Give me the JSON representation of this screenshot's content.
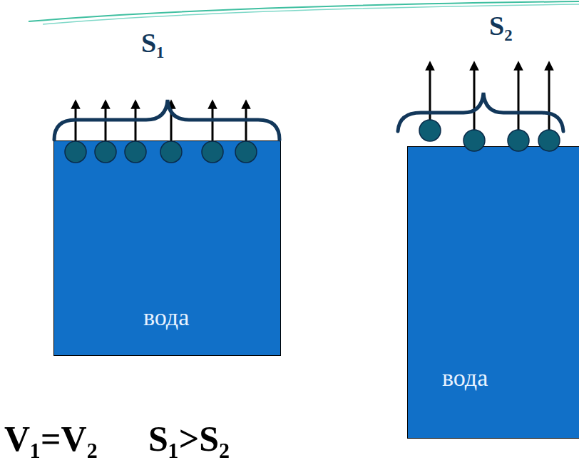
{
  "diagram": {
    "nodes": [
      {
        "text": [
          "вода"
        ]
      },
      {
        "text": [
          "вода"
        ]
      }
    ],
    "labels": [
      "S₁",
      "S₂",
      "V₁=V₂",
      "S₁>S₂"
    ]
  }
}
